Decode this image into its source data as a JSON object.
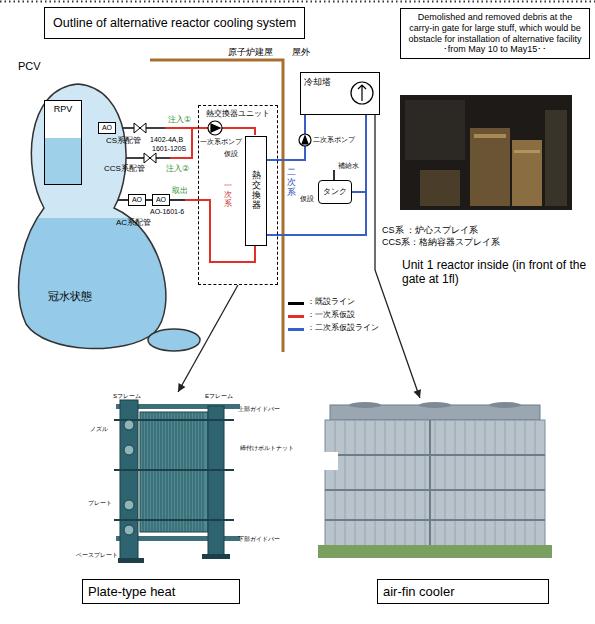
{
  "diagram": {
    "title": "Outline of alternative reactor cooling system",
    "nodes": [
      {
        "text": [
          "Demolished and removed debris at the carry-in gate for large stuff, which would be obstacle for installation of alternative facility ･from May 10 to May15･･"
        ]
      },
      {
        "text": [
          "PCV"
        ]
      },
      {
        "text": [
          "RPV"
        ],
        "in": 1
      },
      {
        "text": [
          "AO"
        ],
        "in": 1
      },
      {
        "text": [
          "AO"
        ]
      },
      {
        "text": [
          "AO"
        ]
      },
      {
        "text": [
          "熱交換器ユニット"
        ]
      },
      {
        "text": [
          "熱交換器"
        ],
        "in": 6
      },
      {
        "text": [
          "冷却塔"
        ]
      },
      {
        "text": [
          "タンク"
        ]
      },
      {
        "text": [
          "Plate-type heat"
        ]
      },
      {
        "text": [
          "air-fin cooler"
        ]
      }
    ],
    "edges": [
      {
        "from": 6,
        "to": 10,
        "arrow": "to"
      },
      {
        "from": 8,
        "to": 11,
        "arrow": "to"
      }
    ],
    "labels": [
      "原子炉建屋",
      "屋外",
      "CS系配管",
      "CCS系配管",
      "AC系配管",
      "冠水状態",
      "注入①",
      "注入②",
      "取出",
      "1402-4A,B",
      "1601-120S",
      "AO-1601-6",
      "一次系ポンプ",
      "仮設",
      "一次系",
      "二次系",
      "二次系ポンプ",
      "仮設",
      "補給水",
      "CS系 ：炉心スプレイ系",
      "CCS系：格納容器スプレイ系",
      "Unit 1 reactor inside (in front of the gate at 1fl)",
      "Sフレーム",
      "Eフレーム",
      "ノズル",
      "上部ガイドバー",
      "締付けボルトナット",
      "下部ガイドバー",
      "プレート",
      "ベースプレート"
    ],
    "legend": [
      {
        "text": "：既設ライン",
        "color": "#000000"
      },
      {
        "text": "：一次系仮設",
        "color": "#e0302a"
      },
      {
        "text": "：二次系仮設ライン",
        "color": "#3a5fc8"
      }
    ]
  }
}
